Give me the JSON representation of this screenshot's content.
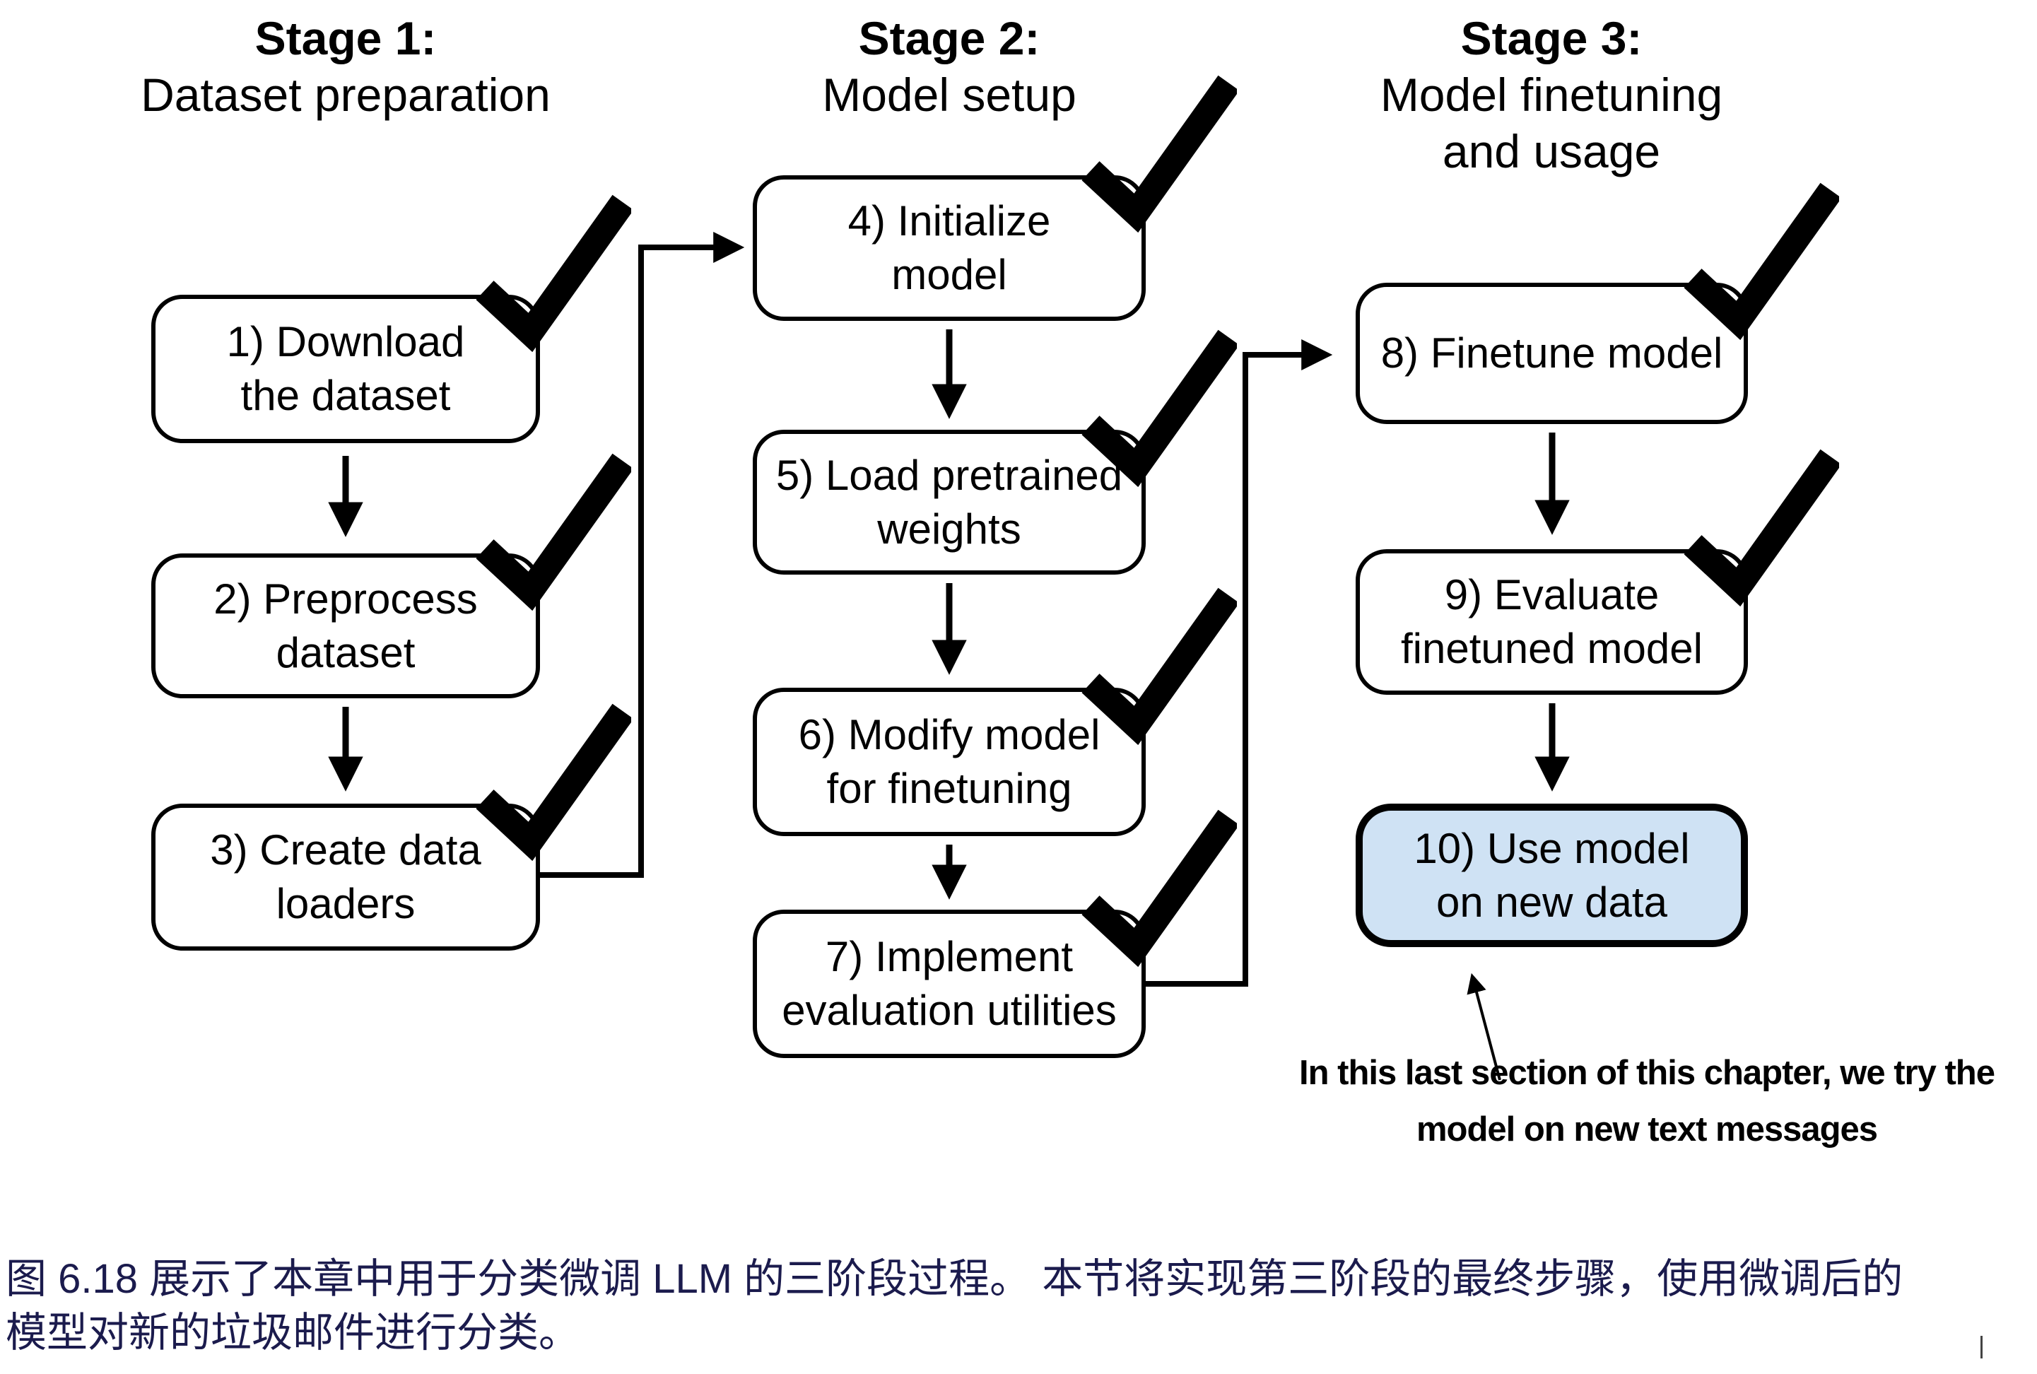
{
  "figure": {
    "stages": [
      {
        "title": "Stage 1:",
        "subtitle": [
          "Dataset preparation"
        ]
      },
      {
        "title": "Stage 2:",
        "subtitle": [
          "Model setup"
        ]
      },
      {
        "title": "Stage 3:",
        "subtitle": [
          "Model finetuning",
          "and usage"
        ]
      }
    ],
    "boxes": [
      {
        "lines": [
          "1) Download",
          "the dataset"
        ],
        "checked": true,
        "highlighted": false
      },
      {
        "lines": [
          "2) Preprocess",
          "dataset"
        ],
        "checked": true,
        "highlighted": false
      },
      {
        "lines": [
          "3) Create data",
          "loaders"
        ],
        "checked": true,
        "highlighted": false
      },
      {
        "lines": [
          "4) Initialize",
          "model"
        ],
        "checked": true,
        "highlighted": false
      },
      {
        "lines": [
          "5) Load pretrained",
          "weights"
        ],
        "checked": true,
        "highlighted": false
      },
      {
        "lines": [
          "6) Modify model",
          "for finetuning"
        ],
        "checked": true,
        "highlighted": false
      },
      {
        "lines": [
          "7) Implement",
          "evaluation utilities"
        ],
        "checked": true,
        "highlighted": false
      },
      {
        "lines": [
          "8) Finetune model"
        ],
        "checked": true,
        "highlighted": false
      },
      {
        "lines": [
          "9) Evaluate",
          "finetuned model"
        ],
        "checked": true,
        "highlighted": false
      },
      {
        "lines": [
          "10) Use model",
          "on new data"
        ],
        "checked": false,
        "highlighted": true
      }
    ],
    "annotation": {
      "lines": [
        "In this last section of this chapter, we try the",
        "model on new text messages"
      ]
    }
  },
  "caption": {
    "lines": [
      "图 6.18 展示了本章中用于分类微调 LLM 的三阶段过程。 本节将实现第三阶段的最终步骤，使用微调后的",
      "模型对新的垃圾邮件进行分类。"
    ]
  },
  "colors": {
    "diagram_ink": "#000000",
    "highlight_fill": "#cfe2f4",
    "caption_text": "#1b1b4d"
  },
  "icons": {
    "checkmark": "✓",
    "arrow_down": "↓",
    "arrow_right": "→"
  }
}
